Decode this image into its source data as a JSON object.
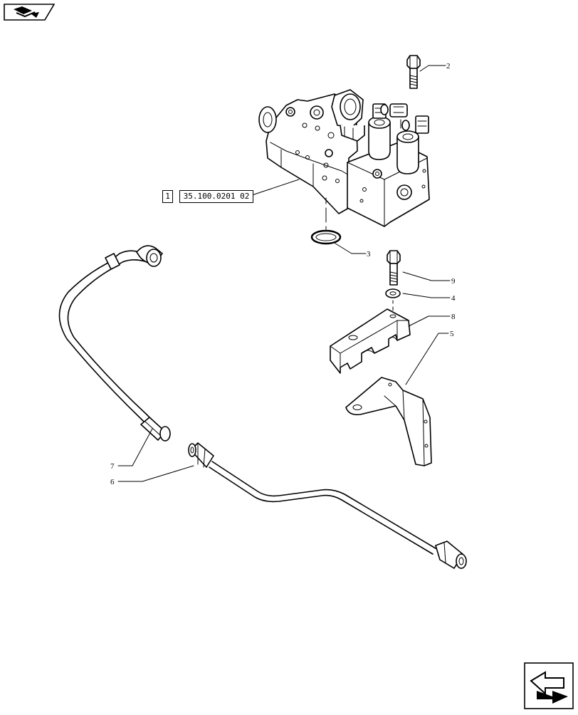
{
  "diagram": {
    "callouts": [
      {
        "id": "c2",
        "label": "2"
      },
      {
        "id": "c3",
        "label": "3"
      },
      {
        "id": "c9",
        "label": "9"
      },
      {
        "id": "c4",
        "label": "4"
      },
      {
        "id": "c8",
        "label": "8"
      },
      {
        "id": "c5",
        "label": "5"
      },
      {
        "id": "c7",
        "label": "7"
      },
      {
        "id": "c6",
        "label": "6"
      }
    ],
    "reference": {
      "index": "1",
      "code": "35.100.0201 02"
    }
  },
  "nav": {
    "top_left_icon": "book-arrow-icon",
    "bottom_right_icon": "next-page-arrow-icon"
  }
}
